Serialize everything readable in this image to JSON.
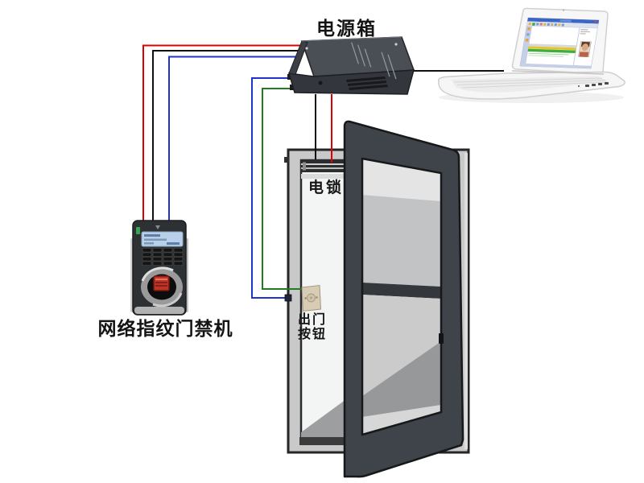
{
  "labels": {
    "power_box": "电源箱",
    "reader": "网络指纹门禁机",
    "lock": "电锁",
    "exit_button": {
      "line1": "出门",
      "line2": "按钮"
    }
  },
  "colors": {
    "wire_red": "#dd0000",
    "wire_black": "#111111",
    "wire_blue": "#2233cc",
    "wire_green": "#1e7d1e",
    "door_frame": "#c9c9c9",
    "door_leaf": "#3f434a",
    "power_box_body": "#44484f",
    "exit_button_plate": "#d8cdb4",
    "reader_lcd": "#b9d0ea",
    "fingerprint_sensor": "#c23325",
    "laptop_row_yellow": "#e3c52f",
    "laptop_row_green": "#3fae3f",
    "laptop_titlebar": "#3a66c8"
  },
  "connections": [
    {
      "from": "reader",
      "to": "power_box",
      "wires": [
        "red",
        "black",
        "blue"
      ]
    },
    {
      "from": "power_box",
      "to": "exit_button",
      "wires": [
        "blue",
        "green"
      ]
    },
    {
      "from": "power_box",
      "to": "lock",
      "wires": [
        "black",
        "red"
      ]
    },
    {
      "from": "power_box",
      "to": "laptop",
      "wires": [
        "black"
      ]
    }
  ]
}
